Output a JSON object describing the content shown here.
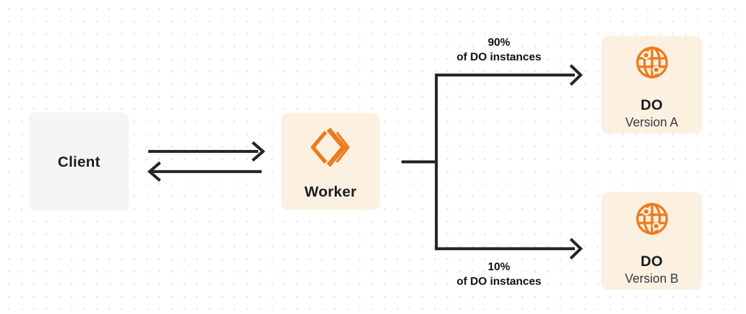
{
  "diagram": {
    "client": {
      "label": "Client"
    },
    "worker": {
      "label": "Worker",
      "icon": "workers-chevrons-icon"
    },
    "routing": {
      "branch_a": {
        "percent": "90%",
        "caption": "of DO instances"
      },
      "branch_b": {
        "percent": "10%",
        "caption": "of DO instances"
      }
    },
    "do_version_a": {
      "title": "DO",
      "subtitle": "Version A",
      "icon": "globe-icon"
    },
    "do_version_b": {
      "title": "DO",
      "subtitle": "Version B",
      "icon": "globe-icon"
    },
    "colors": {
      "accent": "#EF7A1D",
      "node_fill": "#FCF0E1",
      "client_fill": "#F5F5F6",
      "connector": "#26252B",
      "text": "#1D1D20",
      "subtext": "#3A3A3E",
      "dot": "#E6E6EA"
    }
  }
}
